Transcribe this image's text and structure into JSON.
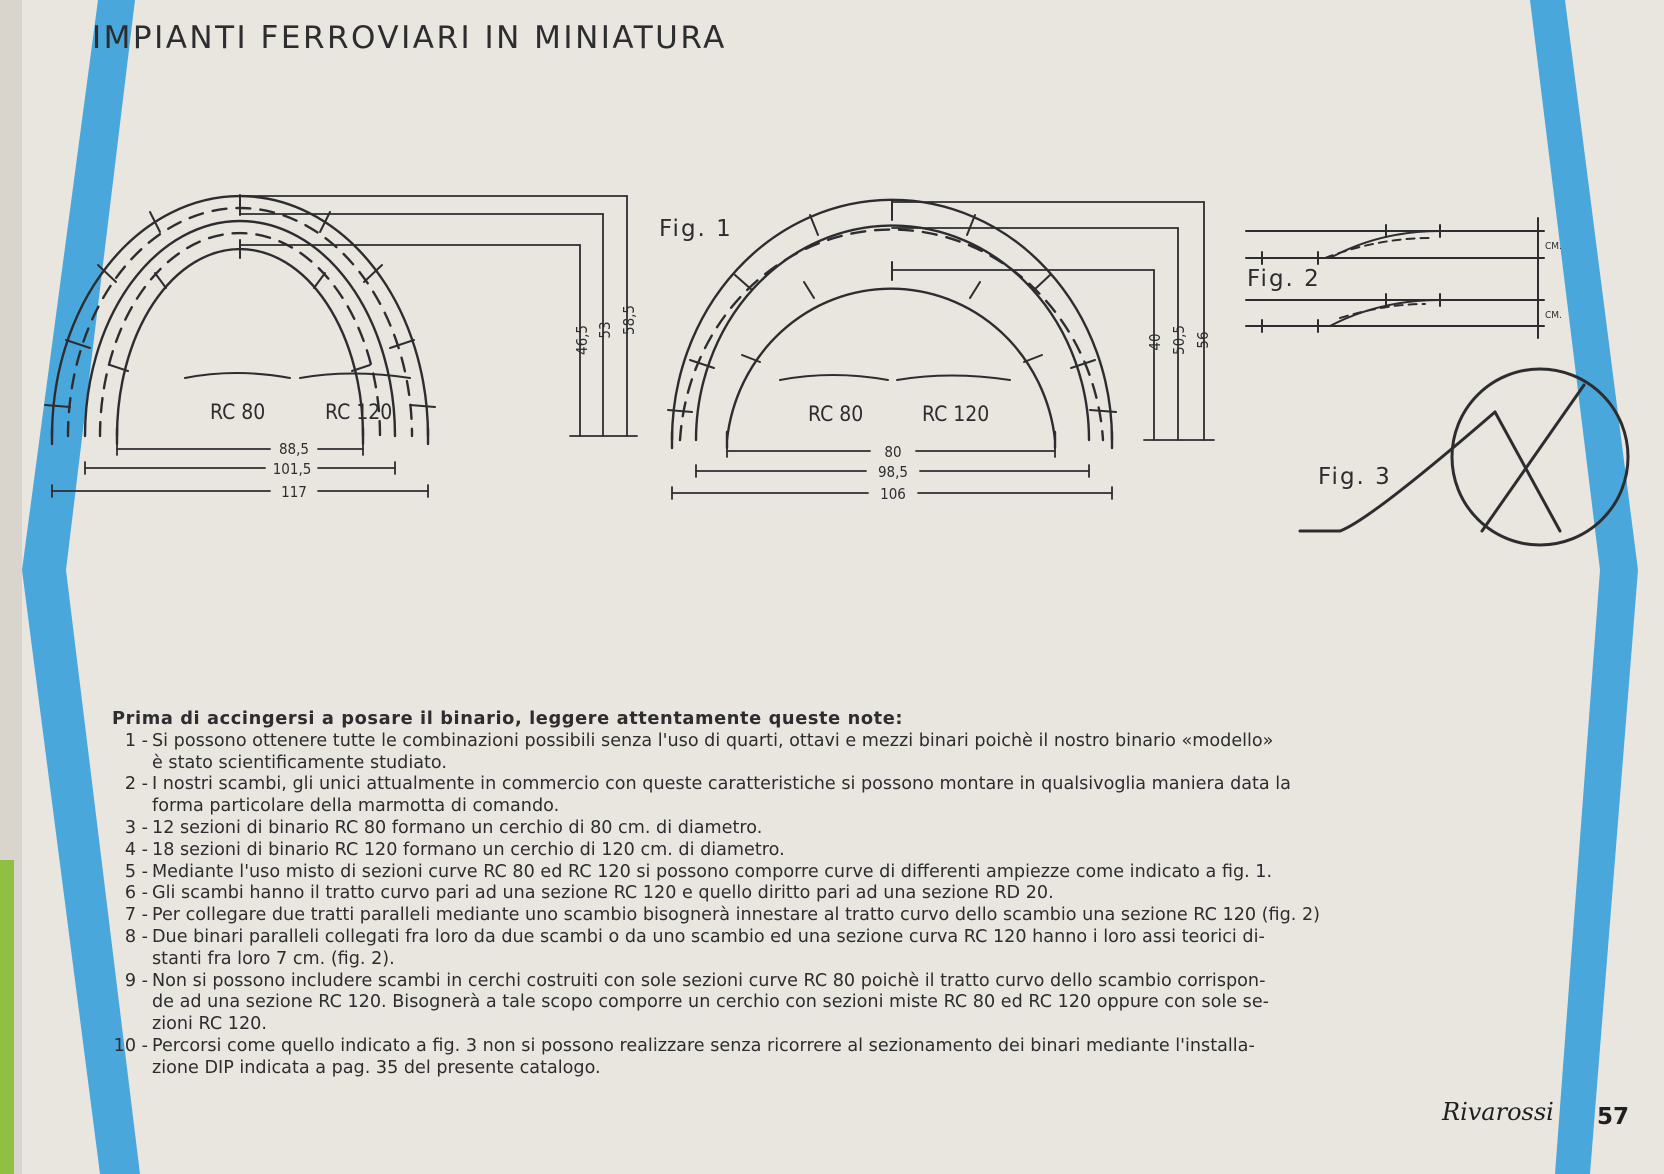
{
  "page_title": "IMPIANTI FERROVIARI IN MINIATURA",
  "colors": {
    "paper": "#e9e6df",
    "accent_band": "#4aa7dc",
    "ink": "#2d2d30",
    "green_edge": "#8fc044"
  },
  "figures": {
    "fig1": {
      "label": "Fig. 1",
      "left": {
        "labels": [
          "RC 80",
          "RC 120"
        ],
        "widths": [
          "88,5",
          "101,5",
          "117"
        ],
        "heights": [
          "46,5",
          "53",
          "58,5"
        ]
      },
      "right": {
        "labels": [
          "RC 80",
          "RC 120"
        ],
        "widths": [
          "80",
          "98,5",
          "106"
        ],
        "heights": [
          "40",
          "50,5",
          "56"
        ]
      }
    },
    "fig2": {
      "label": "Fig. 2",
      "unit": "CM."
    },
    "fig3": {
      "label": "Fig. 3"
    }
  },
  "notes": {
    "heading": "Prima di accingersi a posare il binario, leggere attentamente queste note:",
    "items": [
      {
        "num": "1 -",
        "text": "Si possono ottenere tutte le combinazioni possibili senza l'uso di quarti, ottavi e mezzi binari poichè il nostro binario «modello»\nè stato scientificamente studiato."
      },
      {
        "num": "2 -",
        "text": "I nostri scambi, gli unici attualmente in commercio con queste caratteristiche si possono montare in qualsivoglia maniera data la\nforma particolare della marmotta di comando."
      },
      {
        "num": "3 -",
        "text": "12 sezioni di binario RC 80 formano un cerchio di 80 cm. di diametro."
      },
      {
        "num": "4 -",
        "text": "18 sezioni di binario RC 120 formano un cerchio di 120 cm. di diametro."
      },
      {
        "num": "5 -",
        "text": "Mediante l'uso misto di sezioni curve RC 80 ed RC 120 si possono comporre curve di differenti ampiezze come indicato a fig. 1."
      },
      {
        "num": "6 -",
        "text": "Gli scambi hanno il tratto curvo pari ad una sezione RC 120 e quello diritto pari ad una sezione RD 20."
      },
      {
        "num": "7 -",
        "text": "Per collegare due tratti paralleli mediante uno scambio bisognerà innestare al tratto curvo dello scambio una sezione RC 120 (fig. 2)"
      },
      {
        "num": "8 -",
        "text": "Due binari paralleli collegati fra loro da due scambi o da uno scambio ed una sezione curva RC 120 hanno i loro assi teorici di-\nstanti fra loro 7 cm. (fig. 2)."
      },
      {
        "num": "9 -",
        "text": "Non si possono includere scambi in cerchi costruiti con sole sezioni curve RC 80 poichè il tratto curvo dello scambio corrispon-\nde ad una sezione RC 120. Bisognerà a tale scopo comporre un cerchio con sezioni miste RC 80 ed RC 120 oppure con sole se-\nzioni RC 120."
      },
      {
        "num": "10 -",
        "text": "Percorsi come quello indicato a fig. 3 non si possono realizzare senza ricorrere al sezionamento dei binari mediante l'installa-\nzione DIP indicata a pag. 35 del presente catalogo."
      }
    ]
  },
  "footer": {
    "brand": "Rivarossi",
    "page_number": "57"
  }
}
